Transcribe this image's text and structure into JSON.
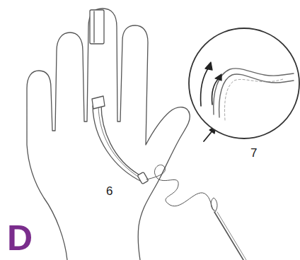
{
  "diagram": {
    "labels": [
      "D",
      "6",
      "7"
    ]
  }
}
